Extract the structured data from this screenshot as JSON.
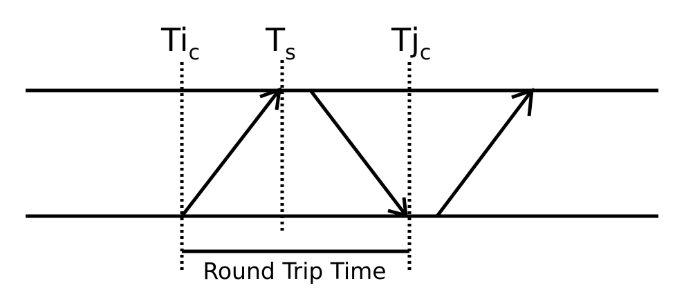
{
  "labels": {
    "ti": {
      "main": "Ti",
      "sub": "c"
    },
    "ts": {
      "main": "T",
      "sub": "s"
    },
    "tj": {
      "main": "Tj",
      "sub": "c"
    }
  },
  "caption": "Round Trip Time",
  "colors": {
    "stroke": "#000000",
    "background": "#ffffff"
  }
}
